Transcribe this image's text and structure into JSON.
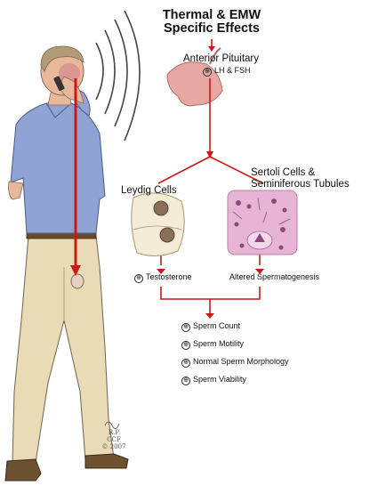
{
  "title": {
    "line1": "Thermal & EMW",
    "line2": "Specific Effects"
  },
  "pituitary": {
    "label": "Anterior Pituitary",
    "effect": "LH & FSH"
  },
  "leydig": {
    "label": "Leydig Cells",
    "effect": "Testosterone"
  },
  "sertoli": {
    "line1": "Sertoli Cells &",
    "line2": "Seminiferous Tubules",
    "effect": "Altered Spermatogenesis"
  },
  "outcomes": [
    "Sperm Count",
    "Sperm Motility",
    "Normal Sperm Morphology",
    "Sperm Viability"
  ],
  "signature": {
    "initials": "R.P",
    "org": "CCF",
    "year": "© 2007"
  },
  "decrease_symbol": "⊕",
  "colors": {
    "arrow": "#c91919",
    "shirt": "#8fa3d4",
    "pants": "#e9dbb5",
    "gland": "#e7a8a3",
    "tissue": "#e8b4d6",
    "cell": "#f4ecd6"
  }
}
